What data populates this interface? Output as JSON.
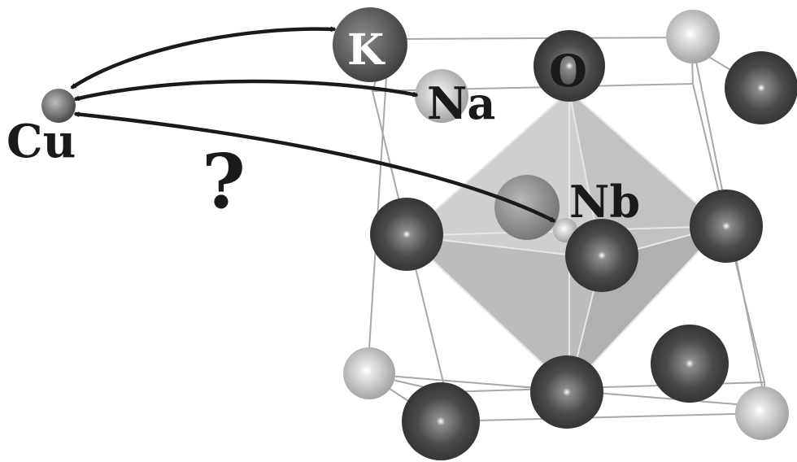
{
  "labels": {
    "cu": "Cu",
    "k": "K",
    "na": "Na",
    "o": "O",
    "nb": "Nb",
    "question": "?"
  },
  "colors": {
    "oxygen": "#3a3a3a",
    "oxygen_highlight": "#9a9a9a",
    "alkali": "#c4c4c4",
    "alkali_highlight": "#ffffff",
    "niobium": "#8a8a8a",
    "copper": "#555555",
    "arrow": "#1a1a1a",
    "cell_edge": "#a8a8a8",
    "octahedron": "#b0b0b0",
    "label": "#1a1a1a",
    "label_on_dark": "#ffffff"
  }
}
